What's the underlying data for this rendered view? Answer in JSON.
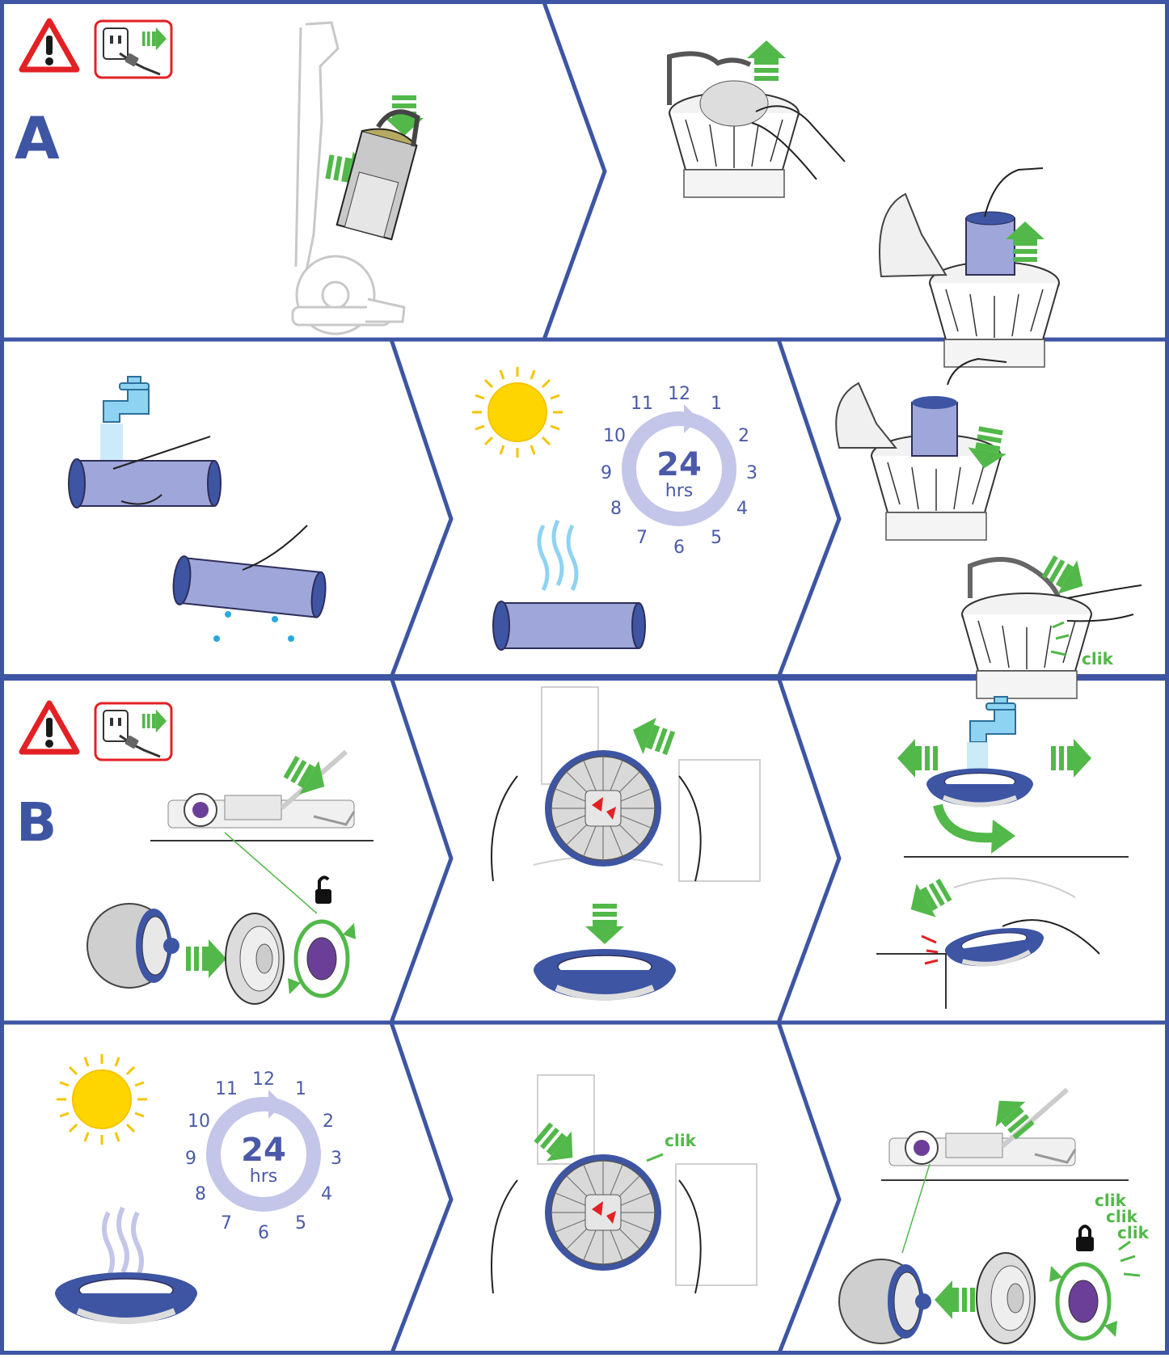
{
  "sections": [
    {
      "letter": "A"
    },
    {
      "letter": "B"
    }
  ],
  "timer": {
    "hours": "24",
    "unit": "hrs",
    "numbers": [
      "12",
      "1",
      "2",
      "3",
      "4",
      "5",
      "6",
      "7",
      "8",
      "9",
      "10",
      "11"
    ]
  },
  "clik": "clik",
  "colors": {
    "frame": "#3d55a3",
    "arrow": "#52b849",
    "warning": "#e32024",
    "filter": "#9fa6d9",
    "sun": "#ffd500",
    "water": "#8fd3f2",
    "purple": "#6b3f98"
  },
  "icons": [
    "warning-triangle-icon",
    "unplug-icon",
    "sun-icon",
    "tap-icon",
    "steam-icon",
    "lock-icon",
    "unlock-icon",
    "clock-24-icon"
  ]
}
